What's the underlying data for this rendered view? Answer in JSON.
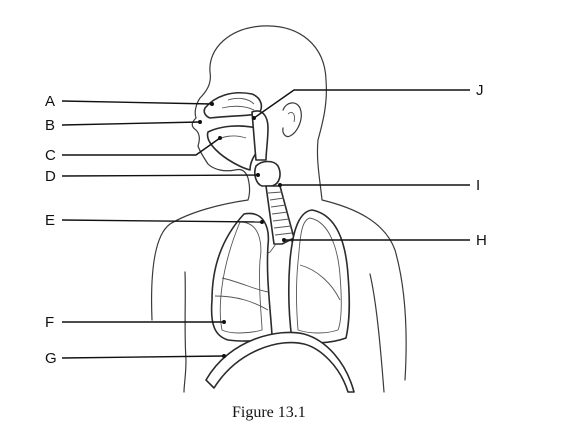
{
  "caption": "Figure 13.1",
  "labels": {
    "A": "A",
    "B": "B",
    "C": "C",
    "D": "D",
    "E": "E",
    "F": "F",
    "G": "G",
    "H": "H",
    "I": "I",
    "J": "J"
  },
  "colors": {
    "line": "#111111",
    "background": "#ffffff"
  }
}
